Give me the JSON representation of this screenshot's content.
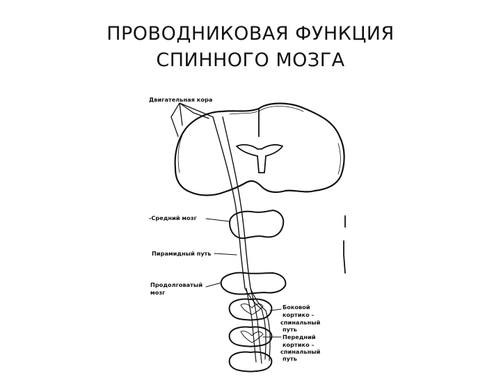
{
  "slide": {
    "title_line1": "ПРОВОДНИКОВАЯ ФУНКЦИЯ",
    "title_line2": "СПИННОГО МОЗГА"
  },
  "diagram": {
    "labels": {
      "motor_cortex": "Двигательная кора",
      "midbrain": "-Средний мозг",
      "pyramidal_tract": "Пирамидный путь",
      "medulla_line1": "Продолговатый",
      "medulla_line2": "мозг",
      "lateral_line1": "Боковой",
      "lateral_line2": "кортико –",
      "lateral_line3": "спинальный",
      "lateral_line4": "путь",
      "anterior_line1": "Передний",
      "anterior_line2": "кортико –",
      "anterior_line3": "спинальный",
      "anterior_line4": "путь"
    }
  }
}
